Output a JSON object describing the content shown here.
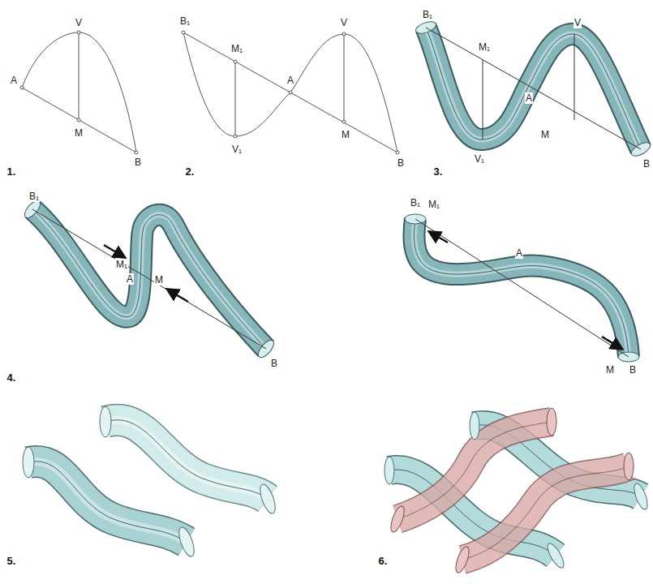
{
  "diagram": {
    "labels": [
      "A",
      "V",
      "M",
      "B",
      "1.",
      "B₁",
      "M₁",
      "A",
      "V",
      "V₁",
      "M",
      "B",
      "2.",
      "B₁",
      "M₁",
      "A",
      "V",
      "V₁",
      "M",
      "B",
      "3.",
      "B₁",
      "M₁",
      "A",
      "M",
      "B",
      "4.",
      "B₁",
      "M₁",
      "A",
      "M",
      "B",
      "5.",
      "6."
    ]
  }
}
